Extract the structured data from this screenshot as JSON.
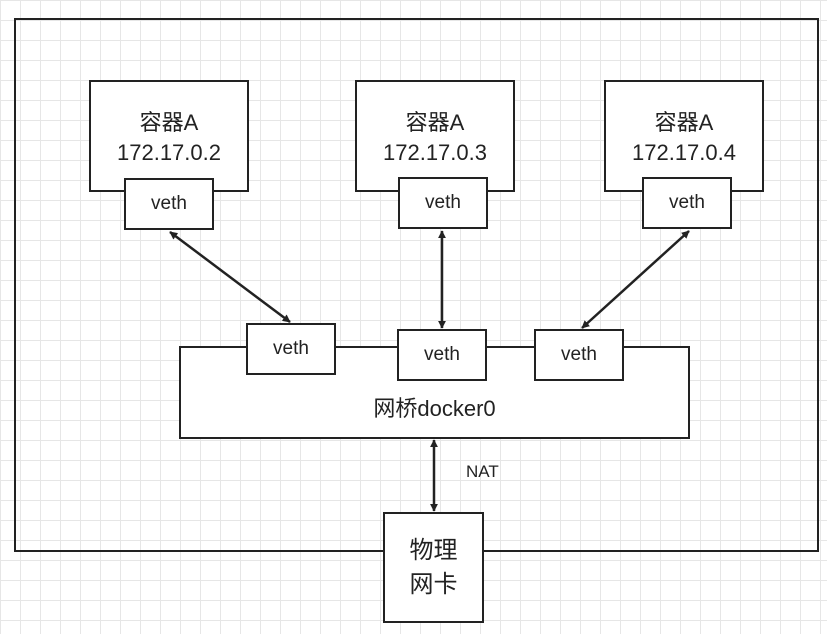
{
  "containers": [
    {
      "name": "容器A",
      "ip": "172.17.0.2",
      "veth": "veth"
    },
    {
      "name": "容器A",
      "ip": "172.17.0.3",
      "veth": "veth"
    },
    {
      "name": "容器A",
      "ip": "172.17.0.4",
      "veth": "veth"
    }
  ],
  "bridge": {
    "label": "网桥docker0",
    "veths": [
      "veth",
      "veth",
      "veth"
    ]
  },
  "nat_label": "NAT",
  "nic": {
    "line1": "物理",
    "line2": "网卡"
  },
  "colors": {
    "stroke": "#222222",
    "grid": "#e6e6e6",
    "background": "#ffffff"
  }
}
